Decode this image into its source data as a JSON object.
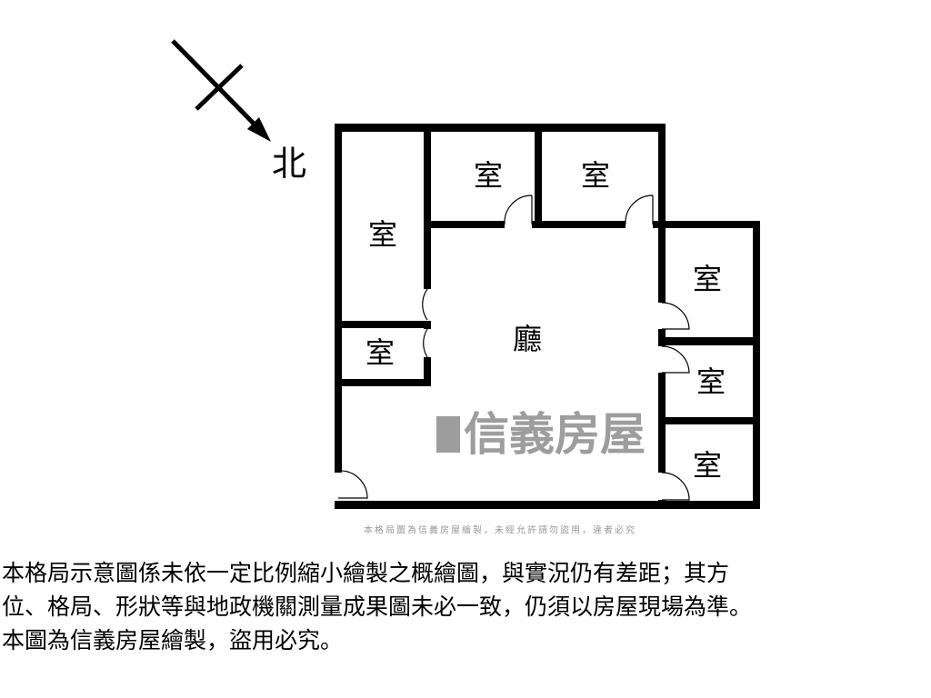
{
  "compass": {
    "label": "北"
  },
  "rooms": [
    "室",
    "室",
    "室",
    "室",
    "室",
    "室",
    "室"
  ],
  "living_room": "廳",
  "watermark": {
    "brand": "信義房屋",
    "notice": "本格局圖為信義房屋繪製，未經允許請勿盜用，違者必究"
  },
  "disclaimer": [
    "本格局示意圖係未依一定比例縮小繪製之概繪圖，與實況仍有差距；其方",
    "位、格局、形狀等與地政機關測量成果圖未必一致，仍須以房屋現場為準。",
    "本圖為信義房屋繪製，盜用必究。"
  ]
}
